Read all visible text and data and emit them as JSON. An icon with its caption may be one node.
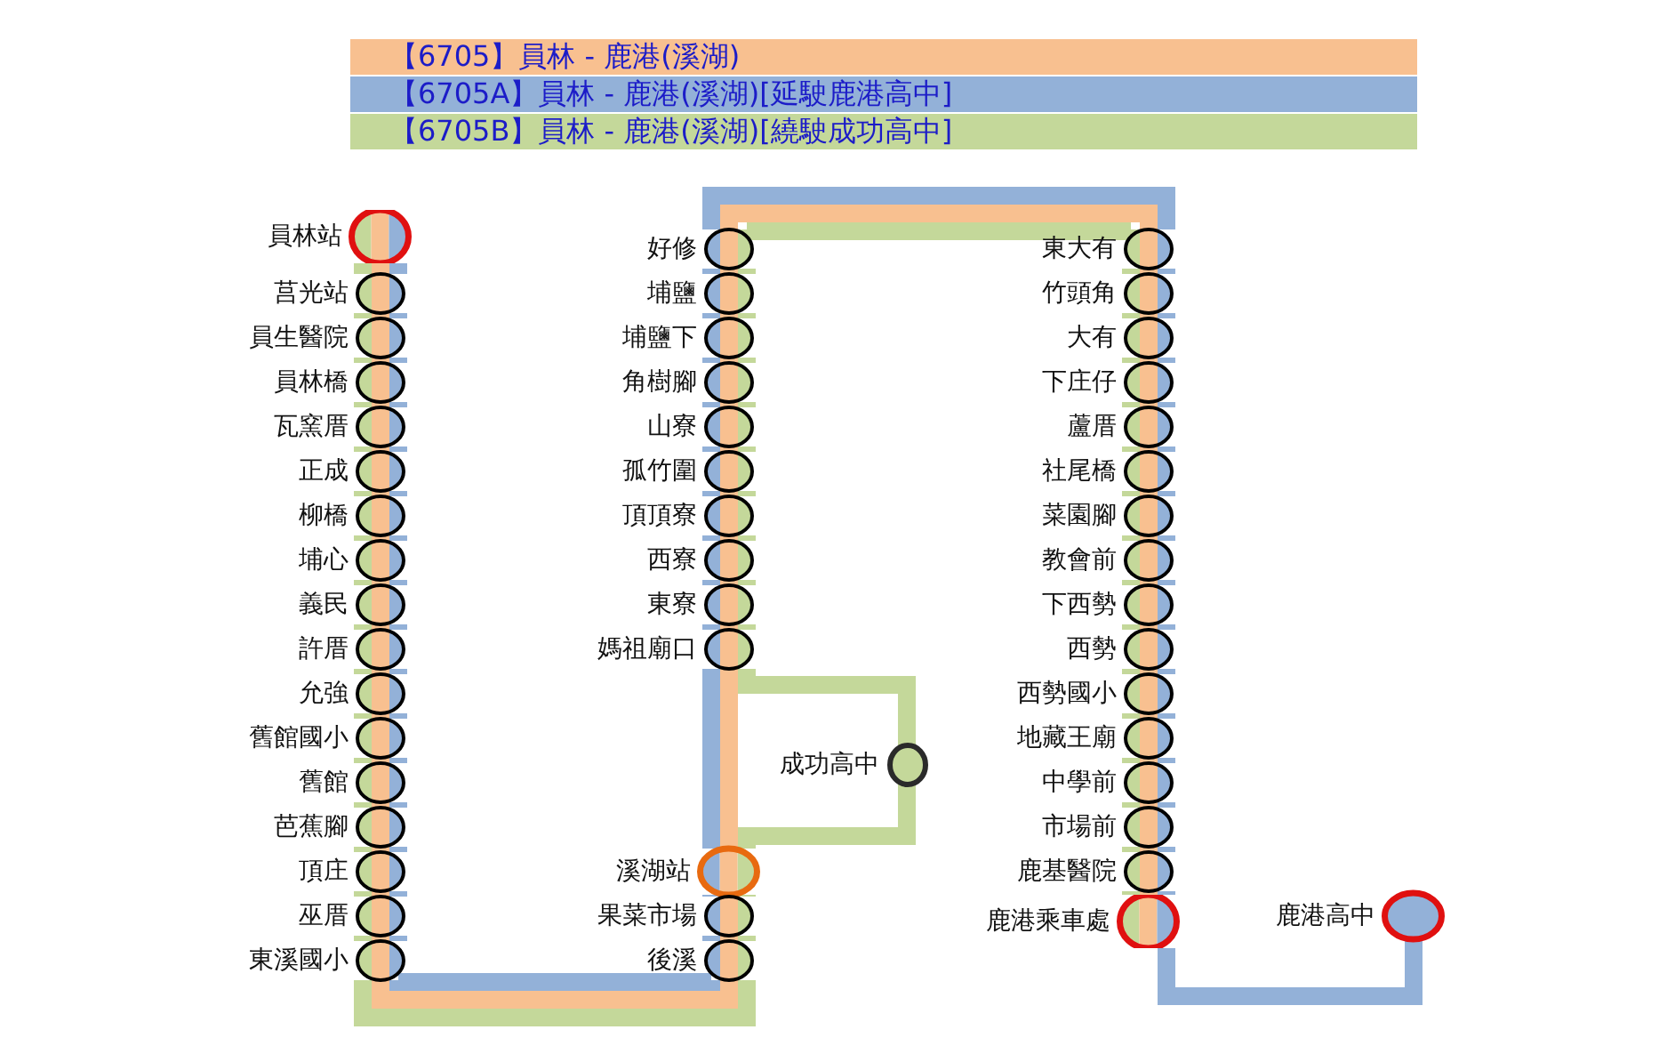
{
  "diagram": {
    "nodes": [
      {
        "text": [
          "員林站"
        ]
      },
      {
        "text": [
          "莒光站"
        ]
      },
      {
        "text": [
          "員生醫院"
        ]
      },
      {
        "text": [
          "員林橋"
        ]
      },
      {
        "text": [
          "瓦窯厝"
        ]
      },
      {
        "text": [
          "正成"
        ]
      },
      {
        "text": [
          "柳橋"
        ]
      },
      {
        "text": [
          "埔心"
        ]
      },
      {
        "text": [
          "義民"
        ]
      },
      {
        "text": [
          "許厝"
        ]
      },
      {
        "text": [
          "允強"
        ]
      },
      {
        "text": [
          "舊館國小"
        ]
      },
      {
        "text": [
          "舊館"
        ]
      },
      {
        "text": [
          "芭蕉腳"
        ]
      },
      {
        "text": [
          "頂庄"
        ]
      },
      {
        "text": [
          "巫厝"
        ]
      },
      {
        "text": [
          "東溪國小"
        ]
      },
      {
        "text": [
          "好修"
        ]
      },
      {
        "text": [
          "埔鹽"
        ]
      },
      {
        "text": [
          "埔鹽下"
        ]
      },
      {
        "text": [
          "角樹腳"
        ]
      },
      {
        "text": [
          "山寮"
        ]
      },
      {
        "text": [
          "孤竹圍"
        ]
      },
      {
        "text": [
          "頂頂寮"
        ]
      },
      {
        "text": [
          "西寮"
        ]
      },
      {
        "text": [
          "東寮"
        ]
      },
      {
        "text": [
          "媽祖廟口"
        ]
      },
      {
        "text": [
          "成功高中"
        ]
      },
      {
        "text": [
          "溪湖站"
        ]
      },
      {
        "text": [
          "果菜市場"
        ]
      },
      {
        "text": [
          "後溪"
        ]
      },
      {
        "text": [
          "東大有"
        ]
      },
      {
        "text": [
          "竹頭角"
        ]
      },
      {
        "text": [
          "大有"
        ]
      },
      {
        "text": [
          "下庄仔"
        ]
      },
      {
        "text": [
          "蘆厝"
        ]
      },
      {
        "text": [
          "社尾橋"
        ]
      },
      {
        "text": [
          "菜園腳"
        ]
      },
      {
        "text": [
          "教會前"
        ]
      },
      {
        "text": [
          "下西勢"
        ]
      },
      {
        "text": [
          "西勢"
        ]
      },
      {
        "text": [
          "西勢國小"
        ]
      },
      {
        "text": [
          "地藏王廟"
        ]
      },
      {
        "text": [
          "中學前"
        ]
      },
      {
        "text": [
          "市場前"
        ]
      },
      {
        "text": [
          "鹿基醫院"
        ]
      },
      {
        "text": [
          "鹿港乘車處"
        ]
      },
      {
        "text": [
          "鹿港高中"
        ]
      }
    ],
    "edges": [
      {
        "from": 0,
        "to": 1,
        "arrow": "none"
      },
      {
        "from": 1,
        "to": 2,
        "arrow": "none"
      },
      {
        "from": 2,
        "to": 3,
        "arrow": "none"
      },
      {
        "from": 3,
        "to": 4,
        "arrow": "none"
      },
      {
        "from": 4,
        "to": 5,
        "arrow": "none"
      },
      {
        "from": 5,
        "to": 6,
        "arrow": "none"
      },
      {
        "from": 6,
        "to": 7,
        "arrow": "none"
      },
      {
        "from": 7,
        "to": 8,
        "arrow": "none"
      },
      {
        "from": 8,
        "to": 9,
        "arrow": "none"
      },
      {
        "from": 9,
        "to": 10,
        "arrow": "none"
      },
      {
        "from": 10,
        "to": 11,
        "arrow": "none"
      },
      {
        "from": 11,
        "to": 12,
        "arrow": "none"
      },
      {
        "from": 12,
        "to": 13,
        "arrow": "none"
      },
      {
        "from": 13,
        "to": 14,
        "arrow": "none"
      },
      {
        "from": 14,
        "to": 15,
        "arrow": "none"
      },
      {
        "from": 15,
        "to": 16,
        "arrow": "none"
      },
      {
        "from": 16,
        "to": 30,
        "arrow": "none"
      },
      {
        "from": 30,
        "to": 29,
        "arrow": "none"
      },
      {
        "from": 29,
        "to": 28,
        "arrow": "none"
      },
      {
        "from": 28,
        "to": 27,
        "arrow": "none",
        "color": "#c4d89a"
      },
      {
        "from": 27,
        "to": 26,
        "arrow": "none",
        "color": "#c4d89a"
      },
      {
        "from": 28,
        "to": 26,
        "arrow": "none"
      },
      {
        "from": 26,
        "to": 25,
        "arrow": "none"
      },
      {
        "from": 25,
        "to": 24,
        "arrow": "none"
      },
      {
        "from": 24,
        "to": 23,
        "arrow": "none"
      },
      {
        "from": 23,
        "to": 22,
        "arrow": "none"
      },
      {
        "from": 22,
        "to": 21,
        "arrow": "none"
      },
      {
        "from": 21,
        "to": 20,
        "arrow": "none"
      },
      {
        "from": 20,
        "to": 19,
        "arrow": "none"
      },
      {
        "from": 19,
        "to": 18,
        "arrow": "none"
      },
      {
        "from": 18,
        "to": 17,
        "arrow": "none"
      },
      {
        "from": 17,
        "to": 31,
        "arrow": "none"
      },
      {
        "from": 31,
        "to": 32,
        "arrow": "none"
      },
      {
        "from": 32,
        "to": 33,
        "arrow": "none"
      },
      {
        "from": 33,
        "to": 34,
        "arrow": "none"
      },
      {
        "from": 34,
        "to": 35,
        "arrow": "none"
      },
      {
        "from": 35,
        "to": 36,
        "arrow": "none"
      },
      {
        "from": 36,
        "to": 37,
        "arrow": "none"
      },
      {
        "from": 37,
        "to": 38,
        "arrow": "none"
      },
      {
        "from": 38,
        "to": 39,
        "arrow": "none"
      },
      {
        "from": 39,
        "to": 40,
        "arrow": "none"
      },
      {
        "from": 40,
        "to": 41,
        "arrow": "none"
      },
      {
        "from": 41,
        "to": 42,
        "arrow": "none"
      },
      {
        "from": 42,
        "to": 43,
        "arrow": "none"
      },
      {
        "from": 43,
        "to": 44,
        "arrow": "none"
      },
      {
        "from": 44,
        "to": 45,
        "arrow": "none"
      },
      {
        "from": 45,
        "to": 46,
        "arrow": "none"
      },
      {
        "from": 46,
        "to": 47,
        "arrow": "none",
        "color": "#93b1d8"
      }
    ],
    "legend": [
      {
        "text": "【6705】員林 - 鹿港(溪湖)",
        "color": "#f8c090"
      },
      {
        "text": "【6705A】員林 - 鹿港(溪湖)[延駛鹿港高中]",
        "color": "#93b1d8"
      },
      {
        "text": "【6705B】員林 - 鹿港(溪湖)[繞駛成功高中]",
        "color": "#c4d89a"
      }
    ]
  }
}
